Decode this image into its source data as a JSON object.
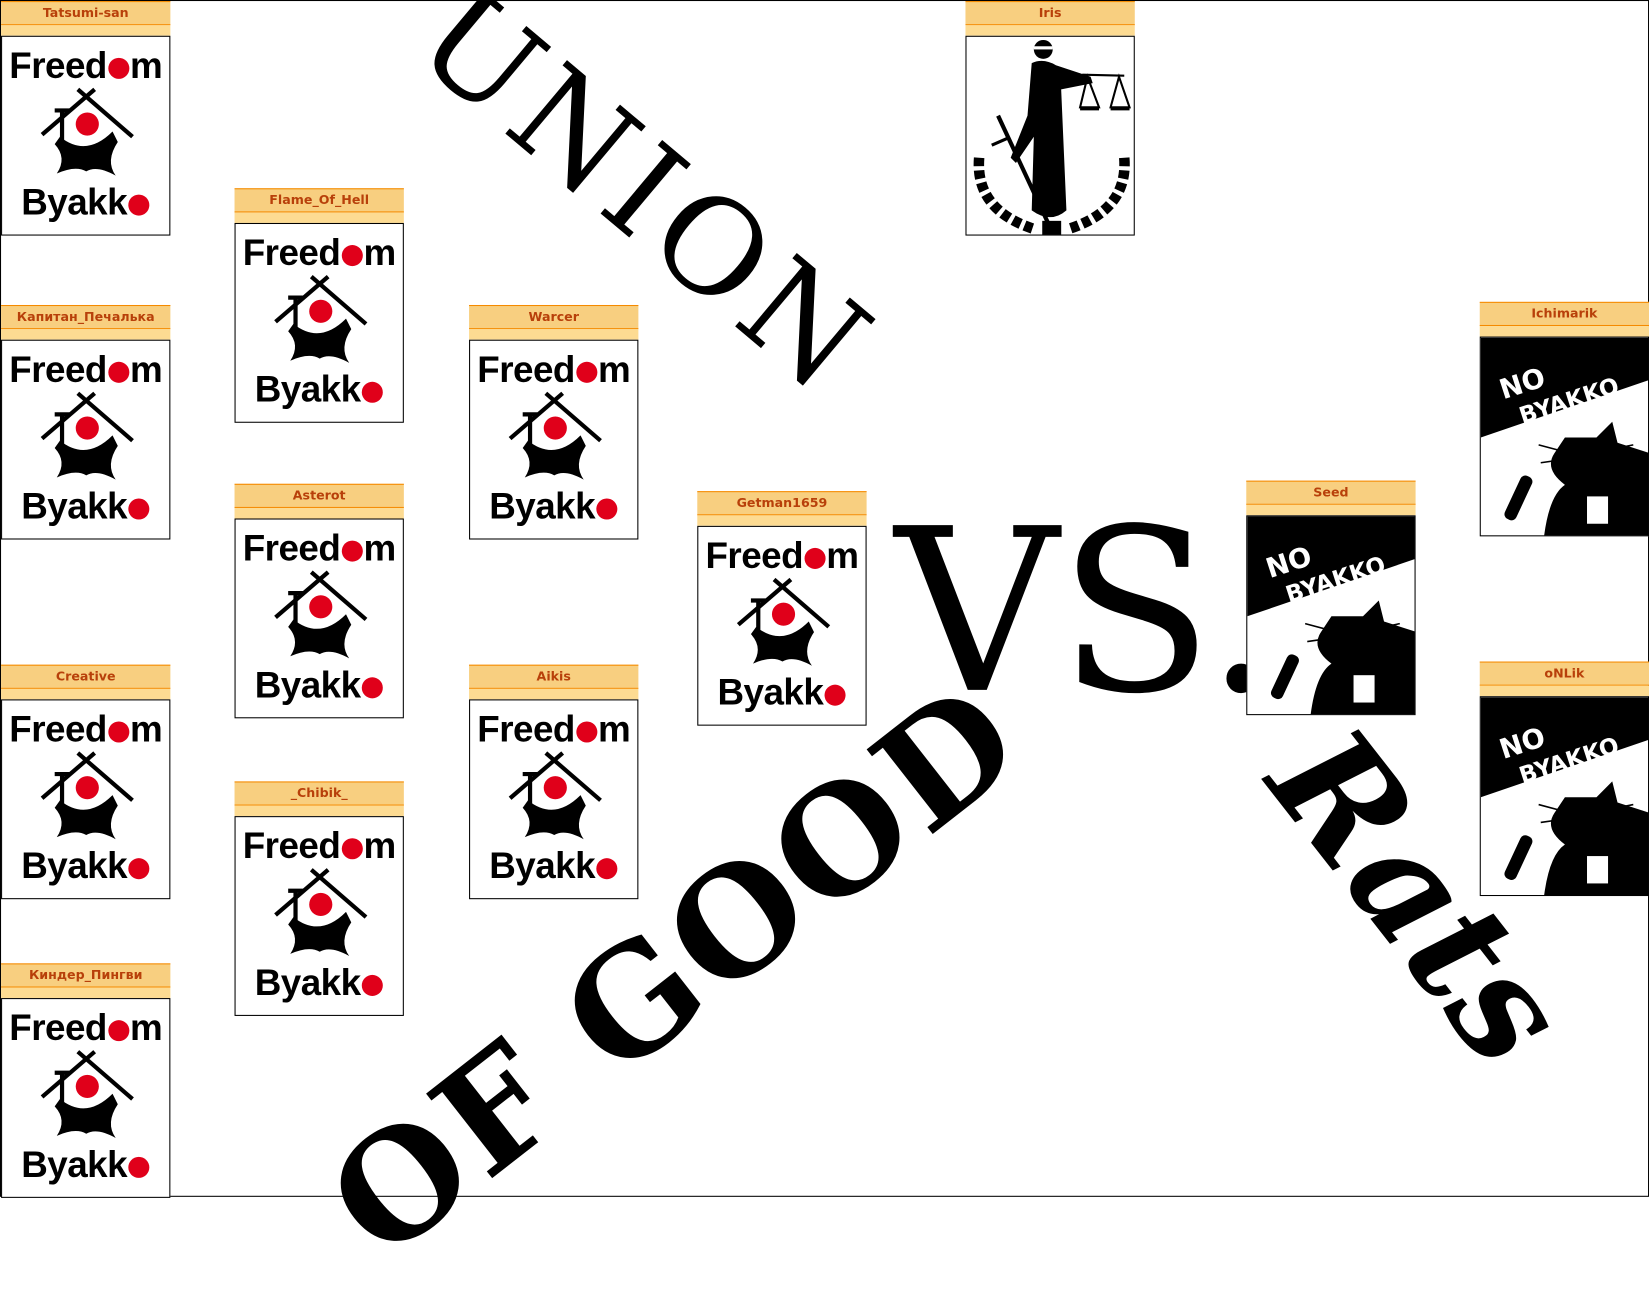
{
  "title_words": {
    "union": "UNION",
    "of_good": "OF GOOD",
    "vs": "VS.",
    "rats": "Rats"
  },
  "logo_text": {
    "freedom_prefix": "Freed",
    "freedom_suffix": "m",
    "byakko_prefix": "Byakk",
    "no_byakko_line1": "NO",
    "no_byakko_line2": "BYAKKO"
  },
  "colors": {
    "header_bg": "#f8cf80",
    "header_text": "#b8400a",
    "accent_red": "#e0001a"
  },
  "cards": [
    {
      "name": "Tatsumi-san",
      "type": "freedom"
    },
    {
      "name": "Капитан_Печалька",
      "type": "freedom"
    },
    {
      "name": "Creative",
      "type": "freedom"
    },
    {
      "name": "Киндер_Пингви",
      "type": "freedom"
    },
    {
      "name": "Flame_Of_Hell",
      "type": "freedom"
    },
    {
      "name": "Asterot",
      "type": "freedom"
    },
    {
      "name": "_Chibik_",
      "type": "freedom"
    },
    {
      "name": "Warcer",
      "type": "freedom"
    },
    {
      "name": "Aikis",
      "type": "freedom"
    },
    {
      "name": "Getman1659",
      "type": "freedom"
    },
    {
      "name": "Iris",
      "type": "justice"
    },
    {
      "name": "Ichimarik",
      "type": "rats"
    },
    {
      "name": "Seed",
      "type": "rats"
    },
    {
      "name": "oNLik",
      "type": "rats"
    }
  ]
}
